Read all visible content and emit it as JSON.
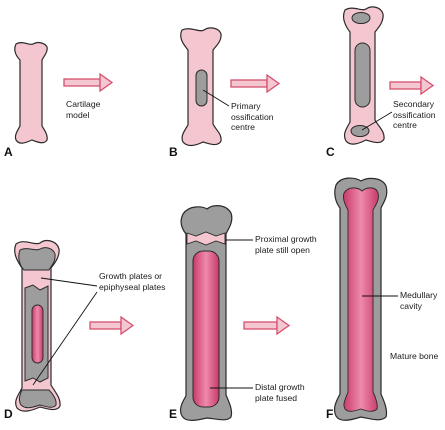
{
  "panels": [
    {
      "letter": "A"
    },
    {
      "letter": "B"
    },
    {
      "letter": "C"
    },
    {
      "letter": "D"
    },
    {
      "letter": "E"
    },
    {
      "letter": "F"
    }
  ],
  "labels": {
    "cartilage_model": "Cartilage\nmodel",
    "primary_ossification": "Primary\nossification\ncentre",
    "secondary_ossification": "Secondary\nossification\ncentre",
    "growth_plates": "Growth plates or\nepiphyseal plates",
    "proximal_growth_plate": "Proximal growth\nplate still open",
    "distal_growth_plate": "Distal growth\nplate fused",
    "medullary_cavity": "Medullary\ncavity",
    "mature_bone": "Mature bone"
  },
  "colors": {
    "cartilage": "#f4c6d0",
    "bone_gray": "#9d9d9d",
    "marrow_pink": "#d9507e",
    "arrow": "#d4506e",
    "outline": "#2a2a2a"
  }
}
